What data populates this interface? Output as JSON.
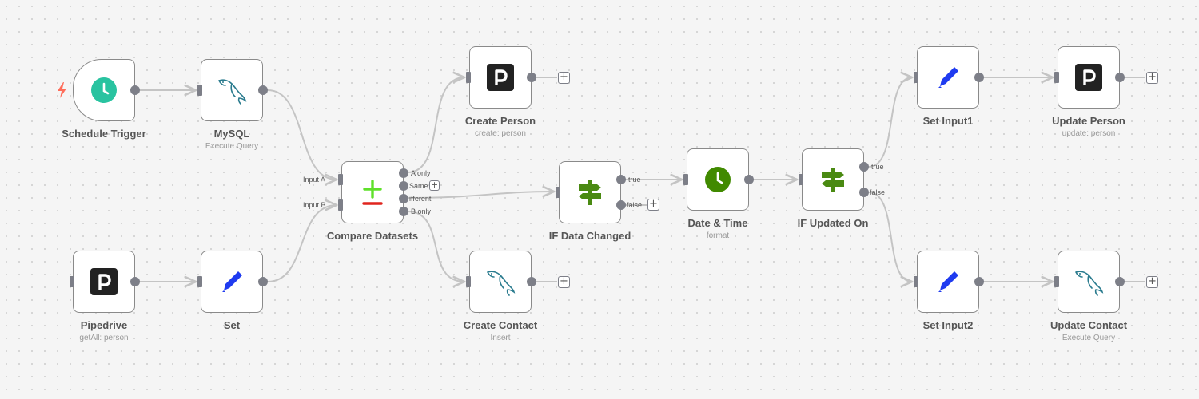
{
  "nodes": {
    "schedule": {
      "title": "Schedule Trigger",
      "subtitle": ""
    },
    "mysql": {
      "title": "MySQL",
      "subtitle": "Execute Query"
    },
    "pipedrive": {
      "title": "Pipedrive",
      "subtitle": "getAll: person"
    },
    "set": {
      "title": "Set",
      "subtitle": ""
    },
    "compare": {
      "title": "Compare Datasets",
      "subtitle": "",
      "inputs": [
        "Input A",
        "Input B"
      ],
      "outputs": [
        "A only",
        "Same",
        "ifferent",
        "B only"
      ]
    },
    "create_person": {
      "title": "Create Person",
      "subtitle": "create: person"
    },
    "create_contact": {
      "title": "Create Contact",
      "subtitle": "Insert"
    },
    "if_changed": {
      "title": "IF Data Changed",
      "subtitle": "",
      "outputs": [
        "true",
        "false"
      ]
    },
    "datetime": {
      "title": "Date & Time",
      "subtitle": "format"
    },
    "if_updated": {
      "title": "IF Updated On",
      "subtitle": "",
      "outputs": [
        "true",
        "false"
      ]
    },
    "set_input1": {
      "title": "Set Input1",
      "subtitle": ""
    },
    "set_input2": {
      "title": "Set Input2",
      "subtitle": ""
    },
    "update_person": {
      "title": "Update Person",
      "subtitle": "update: person"
    },
    "update_contact": {
      "title": "Update Contact",
      "subtitle": "Execute Query"
    }
  },
  "add_symbol": "+",
  "colors": {
    "canvas": "#f5f5f5",
    "edge": "#c4c4c4",
    "port": "#7d7f88",
    "clock": "#29c3a0",
    "clock_dark": "#418a00",
    "pencil": "#1f3bf0",
    "if_green": "#4a8a12",
    "bolt": "#ff6d5a"
  },
  "icons": {
    "schedule": "clock-icon",
    "mysql": "mysql-dolphin-icon",
    "pipedrive": "pipedrive-icon",
    "set": "pencil-icon",
    "compare": "compare-datasets-icon",
    "if": "signpost-icon",
    "datetime": "clock-icon",
    "trigger": "lightning-bolt-icon"
  }
}
